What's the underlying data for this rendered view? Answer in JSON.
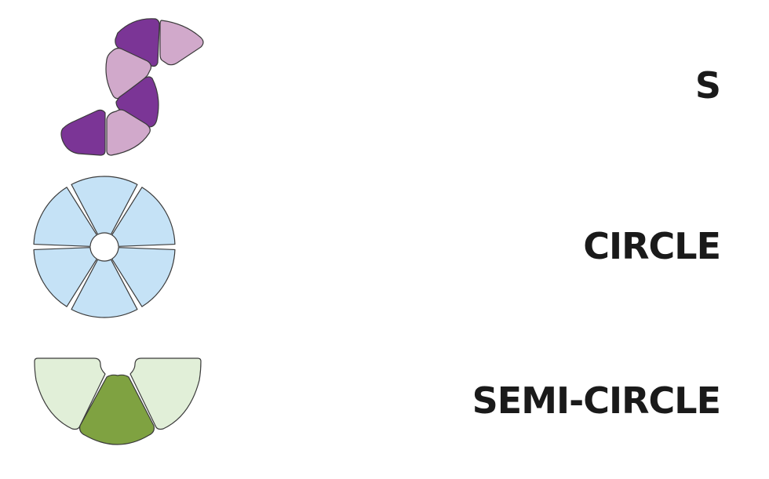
{
  "shapes": [
    {
      "label": "S",
      "colors": {
        "dark": "#7b3596",
        "light": "#d1a9cb"
      }
    },
    {
      "label": "CIRCLE",
      "colors": {
        "fill": "#c5e2f6"
      }
    },
    {
      "label": "SEMI-CIRCLE",
      "colors": {
        "dark": "#7fa241",
        "light": "#e1efd8"
      }
    }
  ]
}
